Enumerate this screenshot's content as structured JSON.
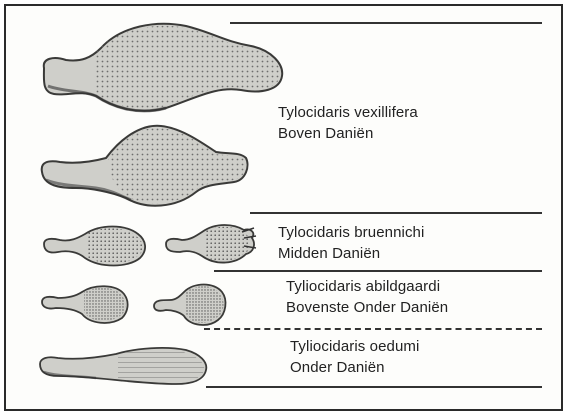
{
  "figure": {
    "species": [
      {
        "name": "Tylocidaris vexillifera",
        "stage": "Boven Daniën",
        "spine_count": 2
      },
      {
        "name": "Tylocidaris bruennichi",
        "stage": "Midden Daniën",
        "spine_count": 2
      },
      {
        "name": "Tyliocidaris abildgaardi",
        "stage": "Bovenste Onder Daniën",
        "spine_count": 2
      },
      {
        "name": "Tyliocidaris oedumi",
        "stage": "Onder Daniën",
        "spine_count": 1
      }
    ],
    "colors": {
      "border": "#2a2a2a",
      "ink": "#222222",
      "fossil_fill": "#c9c9c4",
      "fossil_shadow": "#5a5a56"
    },
    "icons": [
      "fossil-spine-drawing"
    ]
  }
}
